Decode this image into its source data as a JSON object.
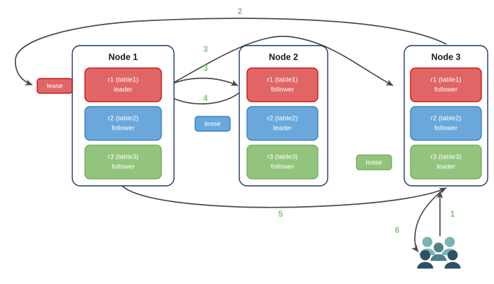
{
  "diagram": {
    "title": "Distributed database leaseholder and replica routing diagram",
    "background_color": "#ffffff",
    "accent_color": "#7cc576",
    "arrow_color": "#4a4a4a"
  },
  "nodes": [
    {
      "id": "node1",
      "title": "Node 1",
      "replicas": [
        {
          "id": "n1r1",
          "line1": "r1 (table1)",
          "line2": "leader",
          "color": "red",
          "fill": "#e06666",
          "stroke": "#cc0000"
        },
        {
          "id": "n1r2",
          "line1": "r2 (table2)",
          "line2": "follower",
          "color": "blue",
          "fill": "#6aa8dc",
          "stroke": "#2e75b6"
        },
        {
          "id": "n1r3",
          "line1": "r3 (table3)",
          "line2": "follower",
          "color": "green",
          "fill": "#93c47d",
          "stroke": "#6aa84f"
        }
      ]
    },
    {
      "id": "node2",
      "title": "Node 2",
      "replicas": [
        {
          "id": "n2r1",
          "line1": "r1 (table1)",
          "line2": "follower",
          "color": "red",
          "fill": "#e06666",
          "stroke": "#cc0000"
        },
        {
          "id": "n2r2",
          "line1": "r2 (table2)",
          "line2": "leader",
          "color": "blue",
          "fill": "#6aa8dc",
          "stroke": "#2e75b6"
        },
        {
          "id": "n2r3",
          "line1": "r3 (table3)",
          "line2": "follower",
          "color": "green",
          "fill": "#93c47d",
          "stroke": "#6aa84f"
        }
      ]
    },
    {
      "id": "node3",
      "title": "Node 3",
      "replicas": [
        {
          "id": "n3r1",
          "line1": "r1 (table1)",
          "line2": "follower",
          "color": "red",
          "fill": "#e06666",
          "stroke": "#cc0000"
        },
        {
          "id": "n3r2",
          "line1": "r2 (table2)",
          "line2": "follower",
          "color": "blue",
          "fill": "#6aa8dc",
          "stroke": "#2e75b6"
        },
        {
          "id": "n3r3",
          "line1": "r3 (table3)",
          "line2": "leader",
          "color": "green",
          "fill": "#93c47d",
          "stroke": "#6aa84f"
        }
      ]
    }
  ],
  "leases": [
    {
      "id": "lease-red",
      "label": "lease",
      "color": "red",
      "fill": "#e06666",
      "stroke": "#cc0000"
    },
    {
      "id": "lease-blue",
      "label": "lease",
      "color": "blue",
      "fill": "#6aa8dc",
      "stroke": "#2e75b6"
    },
    {
      "id": "lease-green",
      "label": "lease",
      "color": "green",
      "fill": "#93c47d",
      "stroke": "#6aa84f"
    }
  ],
  "steps": [
    {
      "id": "step-1",
      "label": "1"
    },
    {
      "id": "step-2",
      "label": "2"
    },
    {
      "id": "step-3a",
      "label": "3"
    },
    {
      "id": "step-3b",
      "label": "3"
    },
    {
      "id": "step-4",
      "label": "4"
    },
    {
      "id": "step-5",
      "label": "5"
    },
    {
      "id": "step-6",
      "label": "6"
    }
  ],
  "actors": {
    "id": "users-group",
    "name": "users-people-icon",
    "light_color": "#79b5b5",
    "dark_color": "#2f5060",
    "mid_color": "#4e818b"
  }
}
